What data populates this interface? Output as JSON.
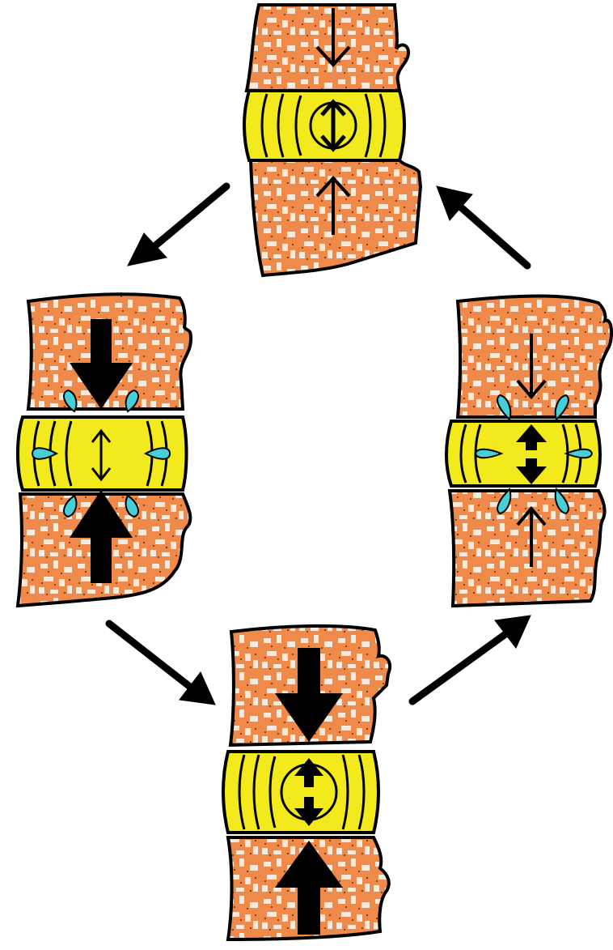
{
  "colors": {
    "bone": "#f08a4b",
    "bone_speckle": "#f6eadc",
    "disc": "#f2ea1c",
    "fluid": "#46cfd8",
    "ink": "#000000",
    "background": "#ffffff"
  },
  "stages": [
    {
      "id": "top",
      "load": "light",
      "disc_state": "balanced",
      "fluid": "none"
    },
    {
      "id": "left",
      "load": "heavy",
      "disc_state": "expelling-fluid",
      "fluid": "outflow"
    },
    {
      "id": "bottom",
      "load": "heavy",
      "disc_state": "compressed",
      "fluid": "none"
    },
    {
      "id": "right",
      "load": "light",
      "disc_state": "absorbing-fluid",
      "fluid": "inflow"
    }
  ],
  "cycle_arrows": [
    {
      "from": "top",
      "to": "left"
    },
    {
      "from": "left",
      "to": "bottom"
    },
    {
      "from": "bottom",
      "to": "right"
    },
    {
      "from": "right",
      "to": "top"
    }
  ]
}
